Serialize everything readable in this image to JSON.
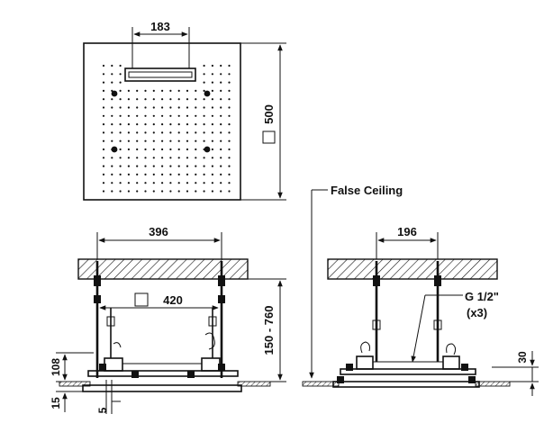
{
  "labels": {
    "nozzle_width": "183",
    "panel_size": "500",
    "panel_size_symbol": "□",
    "left_span": "396",
    "inner_width": "420",
    "inner_width_symbol": "□",
    "height_range": "150 - 760",
    "height_108": "108",
    "height_15": "15",
    "offset_5": "5",
    "false_ceiling": "False Ceiling",
    "right_span": "196",
    "thread": "G 1/2\"",
    "thread_count": "(x3)",
    "height_30": "30"
  },
  "colors": {
    "line": "#111111",
    "background": "#ffffff"
  }
}
